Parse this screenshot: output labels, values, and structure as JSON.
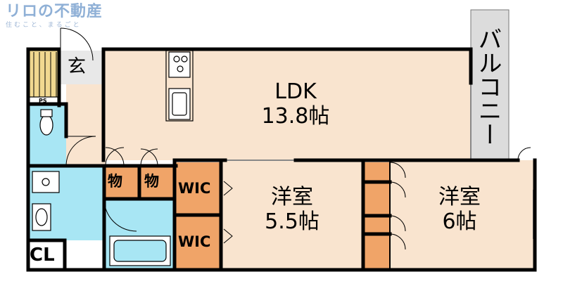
{
  "logo": {
    "title": "リロの不動産",
    "tagline": "住むこと、まるごと"
  },
  "rooms": {
    "ldk_name": "LDK",
    "ldk_size": "13.8帖",
    "west_room_name": "洋室",
    "west_room_size": "5.5帖",
    "east_room_name": "洋室",
    "east_room_size": "6帖",
    "entrance": "玄",
    "balcony": "バルコニー",
    "storage_1": "物",
    "storage_2": "物",
    "wic_upper": "WIC",
    "wic_lower": "WIC",
    "closet": "CL",
    "pipe_space": "PS"
  },
  "colors": {
    "wall": "#000000",
    "floor": "#f9e4cf",
    "wet_area": "#a8e6f4",
    "storage": "#f0a468",
    "balcony": "#dcdcdc",
    "entrance_floor": "#e8e8e8",
    "logo": "#8fb0d6"
  }
}
